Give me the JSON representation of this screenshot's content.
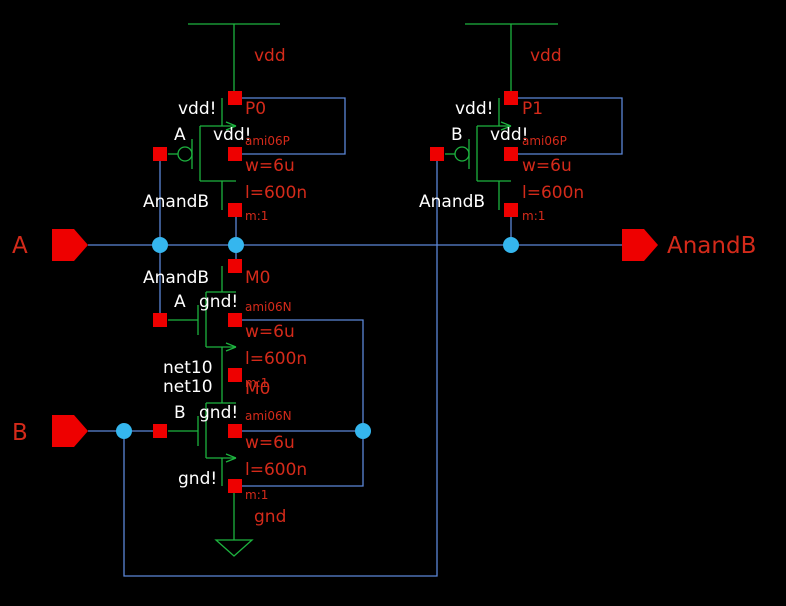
{
  "colors": {
    "background": "#000000",
    "wire": "#5b86d6",
    "device": "#1db33f",
    "pin": "#ee0000",
    "junction": "#35b6ee",
    "label_white": "#ffffff",
    "label_red": "#d42a1a"
  },
  "power": {
    "vdd_left": "vdd",
    "vdd_right": "vdd",
    "gnd": "gnd"
  },
  "pins": {
    "in_a": "A",
    "in_b": "B",
    "out": "AnandB"
  },
  "devices": {
    "p0": {
      "name": "P0",
      "model": "ami06P",
      "w": "w=6u",
      "l": "l=600n",
      "m": "m:1",
      "gate": "A",
      "bulk": "vdd!",
      "source": "vdd!",
      "drain": "AnandB"
    },
    "p1": {
      "name": "P1",
      "model": "ami06P",
      "w": "w=6u",
      "l": "l=600n",
      "m": "m:1",
      "gate": "B",
      "bulk": "vdd!",
      "source": "vdd!",
      "drain": "AnandB"
    },
    "m0": {
      "name": "M0",
      "model": "ami06N",
      "w": "w=6u",
      "l": "l=600n",
      "m": "m:1",
      "gate": "A",
      "bulk": "gnd!",
      "drain": "AnandB",
      "source": "net10"
    },
    "m1": {
      "name": "M0",
      "model": "ami06N",
      "w": "w=6u",
      "l": "l=600n",
      "m": "m:1",
      "gate": "B",
      "bulk": "gnd!",
      "drain": "net10",
      "source": "gnd!"
    }
  }
}
